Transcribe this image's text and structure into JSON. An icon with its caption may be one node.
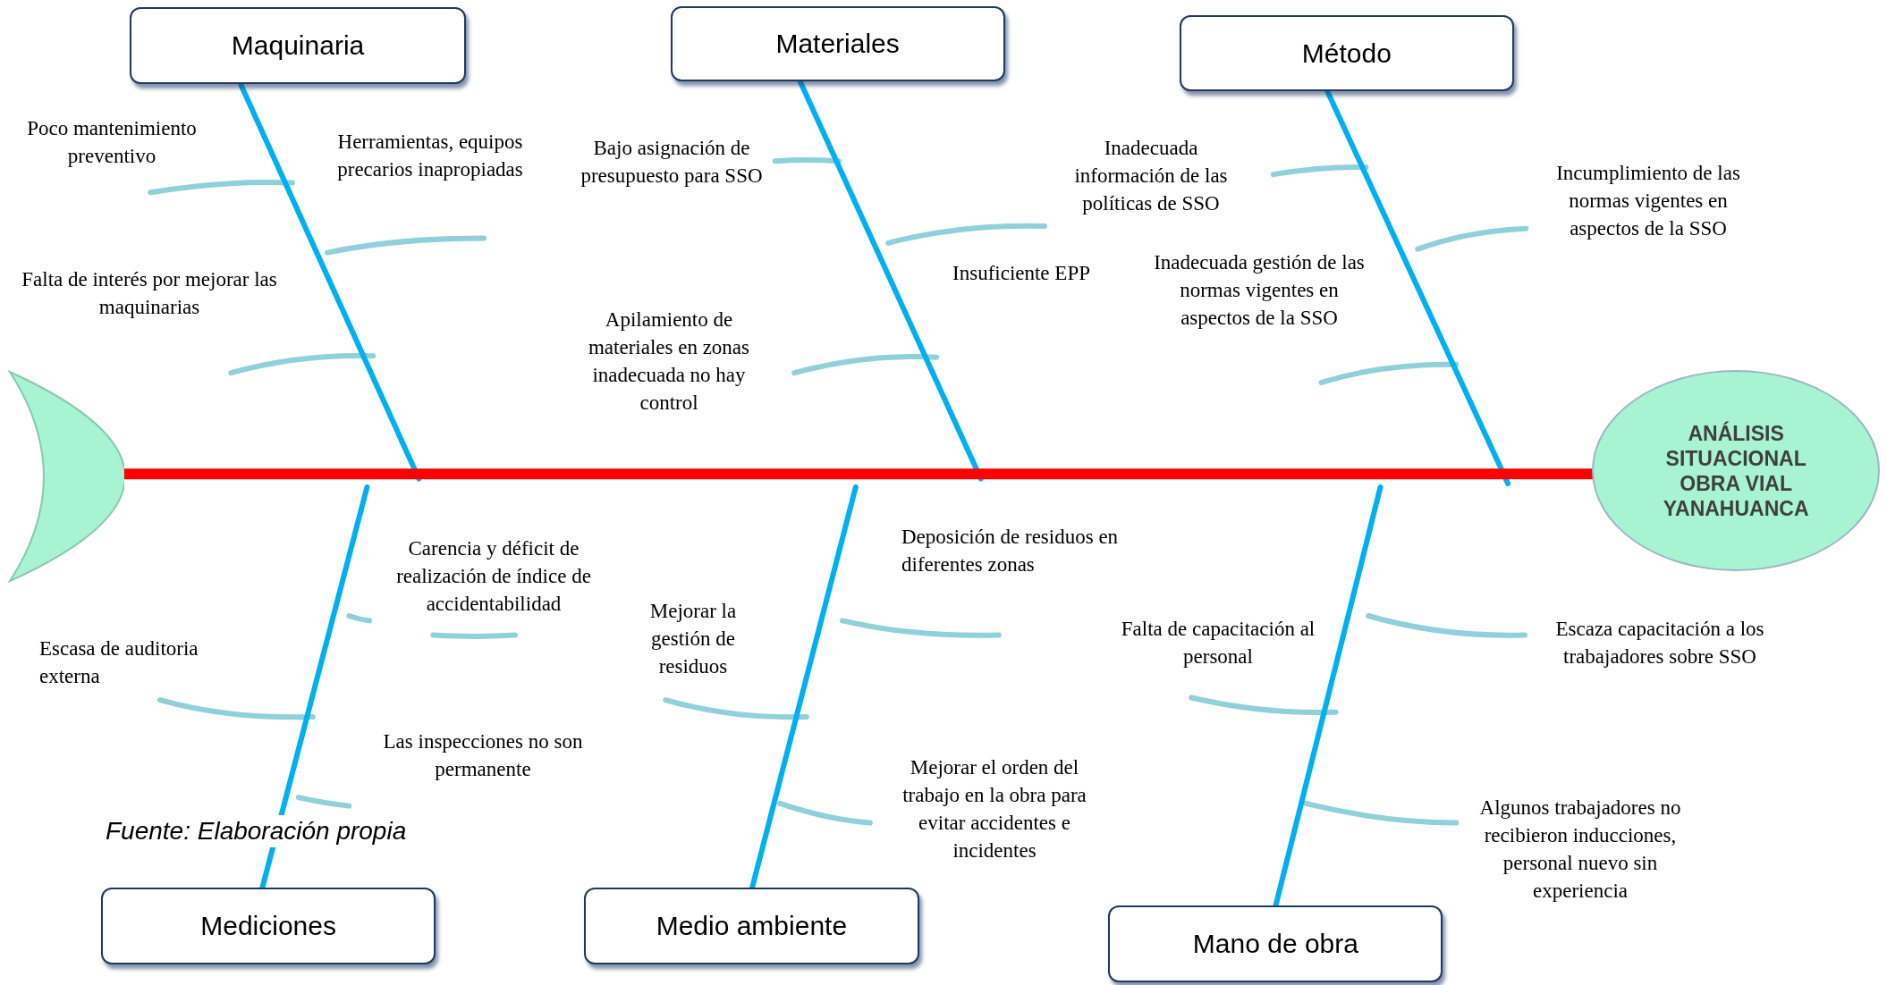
{
  "diagram": {
    "caption": "Fuente: Elaboración propia",
    "nodes": [
      {
        "text": [
          "Maquinaria"
        ]
      },
      {
        "text": [
          "Materiales"
        ]
      },
      {
        "text": [
          "Método"
        ]
      },
      {
        "text": [
          "Mediciones"
        ]
      },
      {
        "text": [
          "Medio ambiente"
        ]
      },
      {
        "text": [
          "Mano de obra"
        ]
      },
      {
        "text": [],
        "shape": "crescent"
      },
      {
        "text": [
          "ANÁLISIS SITUACIONAL OBRA VIAL YANAHUANCA"
        ]
      }
    ],
    "edges": [
      {
        "from": 0,
        "to": null,
        "arrow": "none"
      },
      {
        "from": 1,
        "to": null,
        "arrow": "none"
      },
      {
        "from": 2,
        "to": null,
        "arrow": "none"
      },
      {
        "from": 3,
        "to": null,
        "arrow": "none"
      },
      {
        "from": 4,
        "to": null,
        "arrow": "none"
      },
      {
        "from": 5,
        "to": null,
        "arrow": "none"
      },
      {
        "from": 6,
        "to": 7,
        "arrow": "none",
        "style": "thick",
        "color": "#ff0000"
      }
    ],
    "labels": [
      "Poco mantenimiento preventivo",
      "Herramientas, equipos precarios inapropiadas",
      "Falta de interés por mejorar las maquinarias",
      "Bajo asignación de presupuesto para SSO",
      "Insuficiente EPP",
      "Apilamiento de materiales en zonas inadecuada no hay control",
      "Inadecuada información de las políticas de SSO",
      "Incumplimiento de las normas vigentes en aspectos de la SSO",
      "Inadecuada gestión de las normas vigentes en aspectos de la SSO",
      "Carencia y déficit de realización de índice de accidentabilidad",
      "Escasa de auditoria externa",
      "Mejorar la gestión de residuos",
      "Deposición de residuos en diferentes zonas",
      "Las inspecciones no son permanente",
      "Mejorar el orden del trabajo en la obra para evitar accidentes e incidentes",
      "Falta de capacitación al personal",
      "Escaza capacitación a los trabajadores sobre SSO",
      "Algunos trabajadores no recibieron inducciones, personal nuevo sin experiencia"
    ]
  }
}
